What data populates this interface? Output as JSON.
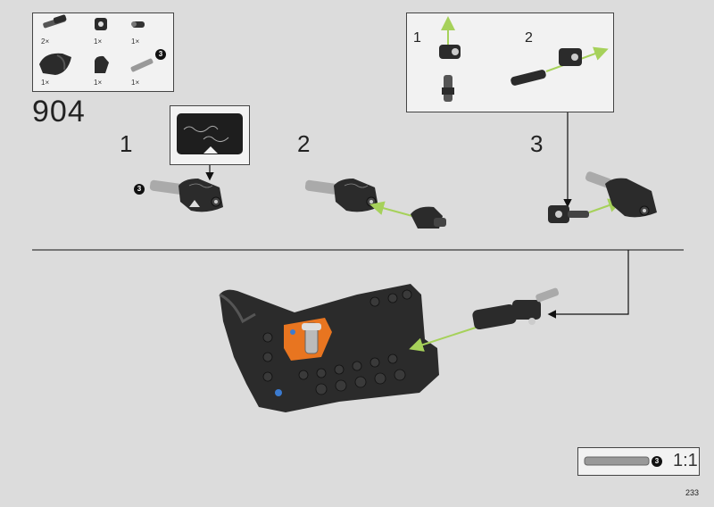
{
  "parts_list": {
    "items": [
      {
        "qty": "2×",
        "icon": "axle-pin-icon"
      },
      {
        "qty": "1×",
        "icon": "connector-icon"
      },
      {
        "qty": "1×",
        "icon": "bush-icon"
      },
      {
        "qty": "1×",
        "icon": "curved-panel-icon"
      },
      {
        "qty": "1×",
        "icon": "small-panel-icon"
      },
      {
        "qty": "1×",
        "icon": "axle-3-icon"
      }
    ],
    "axle_badge": "3"
  },
  "model_number": "904",
  "steps": {
    "s1": "1",
    "s2": "2",
    "s3": "3"
  },
  "callout": {
    "sub1": "1",
    "sub2": "2"
  },
  "step1_badge": "3",
  "scale_box": {
    "badge": "3",
    "label": "1:1"
  },
  "page_number": "233",
  "colors": {
    "arrow_green": "#a6d15a",
    "part_dark": "#2b2b2b",
    "part_orange": "#e87520",
    "background": "#dcdcdc"
  }
}
